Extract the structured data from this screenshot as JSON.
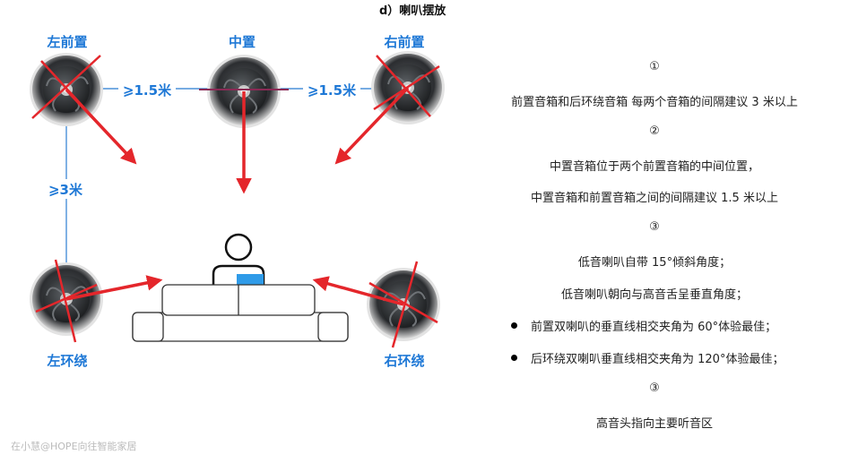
{
  "title": "d）喇叭摆放",
  "labels": {
    "front_left": "左前置",
    "center": "中置",
    "front_right": "右前置",
    "surround_left": "左环绕",
    "surround_right": "右环绕",
    "dist_left": "⩾1.5米",
    "dist_right": "⩾1.5米",
    "dist_vertical": "⩾3米"
  },
  "colors": {
    "label_blue": "#1e78d6",
    "arrow_red": "#e4262b",
    "guide_blue": "#4a90d9",
    "speaker_dark": "#2a2c2f",
    "sofa_outline": "#333333",
    "laptop_blue": "#2f9be8"
  },
  "icons": {
    "speaker": "round-ceiling-speaker",
    "listener": "person-with-laptop",
    "sofa": "sofa"
  },
  "notes": [
    {
      "text": "①",
      "bullet": false
    },
    {
      "text": "前置音箱和后环绕音箱  每两个音箱的间隔建议 3 米以上",
      "bullet": false
    },
    {
      "text": "②",
      "bullet": false
    },
    {
      "text": "中置音箱位于两个前置音箱的中间位置，",
      "bullet": false
    },
    {
      "text": "中置音箱和前置音箱之间的间隔建议 1.5 米以上",
      "bullet": false
    },
    {
      "text": "③",
      "bullet": false
    },
    {
      "text": "低音喇叭自带 15°倾斜角度；",
      "bullet": false
    },
    {
      "text": "低音喇叭朝向与高音舌呈垂直角度；",
      "bullet": false
    },
    {
      "text": "前置双喇叭的垂直线相交夹角为 60°体验最佳；",
      "bullet": true
    },
    {
      "text": "后环绕双喇叭垂直线相交夹角为 120°体验最佳；",
      "bullet": true
    },
    {
      "text": "③",
      "bullet": false
    },
    {
      "text": "高音头指向主要听音区",
      "bullet": false
    }
  ],
  "watermark": "在小慧@HOPE向往智能家居"
}
